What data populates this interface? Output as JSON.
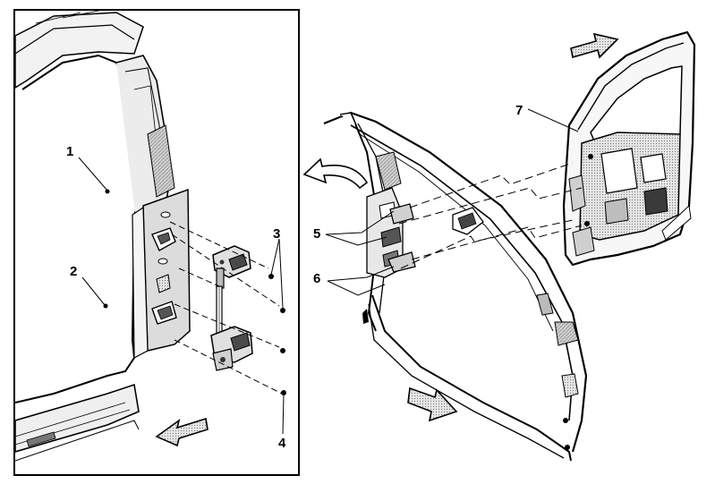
{
  "callouts": {
    "c1": "1",
    "c2": "2",
    "c3": "3",
    "c4": "4",
    "c5": "5",
    "c6": "6",
    "c7": "7"
  },
  "colors": {
    "line": "#000000",
    "background": "#ffffff",
    "panel_shade": "#bdbdbd",
    "dark_shade": "#3a3a3a"
  }
}
